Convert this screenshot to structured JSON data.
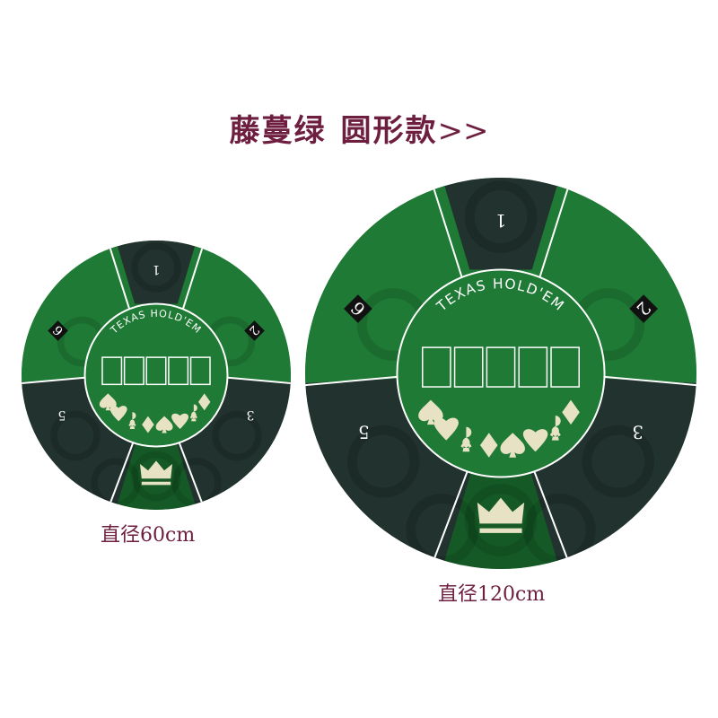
{
  "headline": {
    "color_name": "藤蔓绿",
    "shape_name": "圆形款",
    "arrows": ">>"
  },
  "colors": {
    "title": "#6e1e3f",
    "caption": "#6e1e3f",
    "felt_green": "#1e7a34",
    "felt_green_dark": "#155a26",
    "seat_dark": "#22322e",
    "divider": "#ffffff",
    "trim": "#e8e2c4",
    "card_box": "#ffffff"
  },
  "icons": {
    "suits": [
      "spade-icon",
      "heart-icon",
      "club-icon",
      "diamond-icon"
    ],
    "crown": "crown-icon"
  },
  "mats": [
    {
      "id": "small",
      "caption": "直径60cm",
      "center_text": "TEXAS HOLD'EM",
      "card_boxes": 5,
      "seat_numbers": [
        "1",
        "2",
        "3",
        "5",
        "6"
      ]
    },
    {
      "id": "large",
      "caption": "直径120cm",
      "center_text": "TEXAS HOLD'EM",
      "card_boxes": 5,
      "seat_numbers": [
        "1",
        "2",
        "3",
        "5",
        "6"
      ]
    }
  ]
}
